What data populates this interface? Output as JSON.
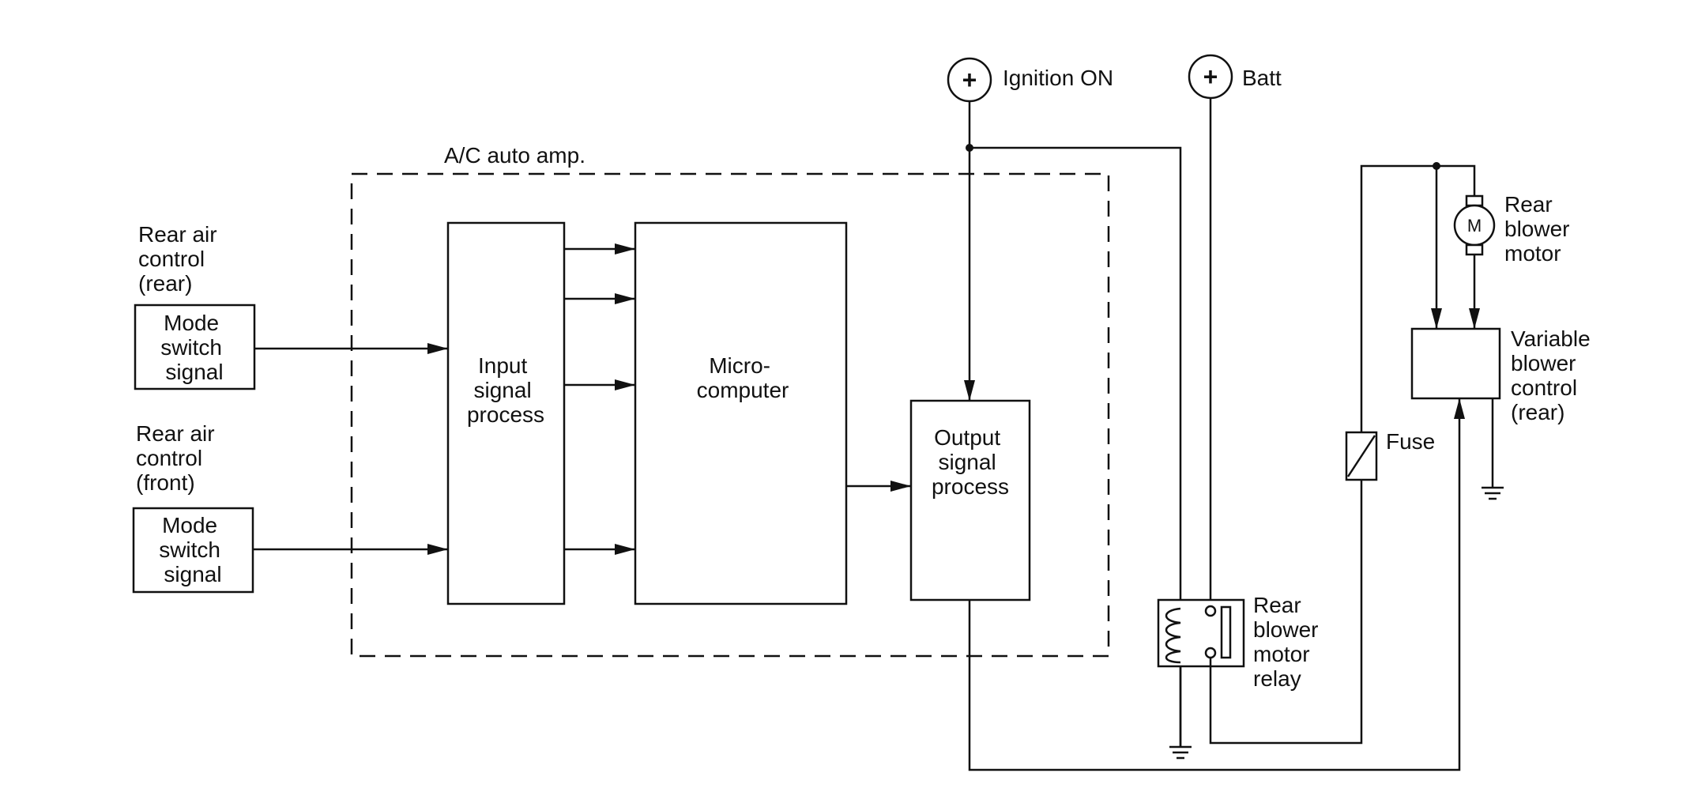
{
  "diagram": {
    "amp_label": "A/C auto amp.",
    "ignition_label": "Ignition ON",
    "batt_label": "Batt",
    "plus_symbol": "+",
    "motor_symbol": "M",
    "rear_control": {
      "title_lines": [
        "Rear air",
        "control",
        "(rear)"
      ],
      "box_lines": [
        "Mode",
        "switch",
        "signal"
      ]
    },
    "front_control": {
      "title_lines": [
        "Rear air",
        "control",
        "(front)"
      ],
      "box_lines": [
        "Mode",
        "switch",
        "signal"
      ]
    },
    "input_block_lines": [
      "Input",
      "signal",
      "process"
    ],
    "micro_block_lines": [
      "Micro-",
      "computer"
    ],
    "output_block_lines": [
      "Output",
      "signal",
      "process"
    ],
    "relay_label_lines": [
      "Rear",
      "blower",
      "motor",
      "relay"
    ],
    "fuse_label": "Fuse",
    "motor_label_lines": [
      "Rear",
      "blower",
      "motor"
    ],
    "vbc_label_lines": [
      "Variable",
      "blower",
      "control",
      "(rear)"
    ]
  }
}
